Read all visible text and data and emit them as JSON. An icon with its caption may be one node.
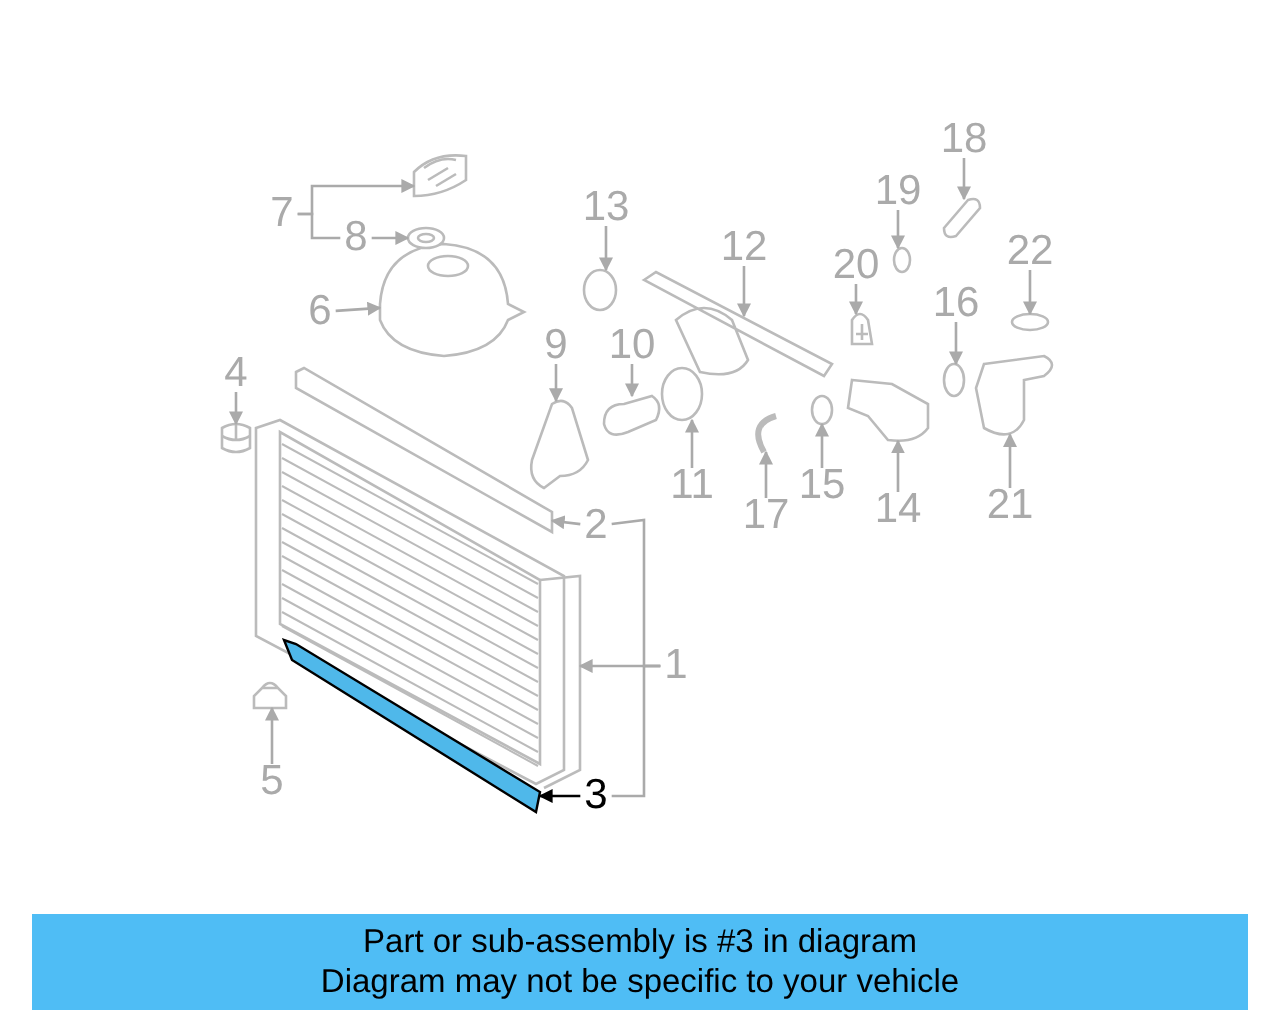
{
  "diagram": {
    "nodes": [
      {
        "text": [
          "1"
        ]
      },
      {
        "text": [
          "2"
        ]
      },
      {
        "text": [
          "3"
        ]
      },
      {
        "text": [
          "4"
        ]
      },
      {
        "text": [
          "5"
        ]
      },
      {
        "text": [
          "6"
        ]
      },
      {
        "text": [
          "7"
        ]
      },
      {
        "text": [
          "8"
        ]
      },
      {
        "text": [
          "9"
        ]
      },
      {
        "text": [
          "10"
        ]
      },
      {
        "text": [
          "11"
        ]
      },
      {
        "text": [
          "12"
        ]
      },
      {
        "text": [
          "13"
        ]
      },
      {
        "text": [
          "14"
        ]
      },
      {
        "text": [
          "15"
        ]
      },
      {
        "text": [
          "16"
        ]
      },
      {
        "text": [
          "17"
        ]
      },
      {
        "text": [
          "18"
        ]
      },
      {
        "text": [
          "19"
        ]
      },
      {
        "text": [
          "20"
        ]
      },
      {
        "text": [
          "21"
        ]
      },
      {
        "text": [
          "22"
        ]
      },
      {
        "text": [
          "Part or sub-assembly is #3 in diagram",
          "Diagram may not be specific to your vehicle"
        ]
      },
      {
        "text": [],
        "shape": "picture"
      },
      {
        "text": [],
        "shape": "picture"
      },
      {
        "text": [],
        "shape": "picture"
      },
      {
        "text": [],
        "shape": "picture"
      },
      {
        "text": [],
        "shape": "picture"
      },
      {
        "text": [],
        "shape": "picture"
      },
      {
        "text": [],
        "shape": "picture"
      },
      {
        "text": [],
        "shape": "picture"
      },
      {
        "text": [],
        "shape": "picture"
      },
      {
        "text": [],
        "shape": "picture"
      },
      {
        "text": [],
        "shape": "picture"
      },
      {
        "text": [],
        "shape": "picture"
      },
      {
        "text": [],
        "shape": "circle"
      },
      {
        "text": [],
        "shape": "picture"
      },
      {
        "text": [],
        "shape": "circle"
      },
      {
        "text": [],
        "shape": "circle"
      },
      {
        "text": [],
        "shape": "picture"
      },
      {
        "text": [],
        "shape": "picture"
      },
      {
        "text": [],
        "shape": "circle"
      },
      {
        "text": [],
        "shape": "picture"
      },
      {
        "text": [],
        "shape": "picture"
      },
      {
        "text": [],
        "shape": "circle"
      }
    ],
    "edges": [
      {
        "from": 0,
        "to": 23,
        "arrow": "to"
      },
      {
        "from": 1,
        "to": 24,
        "arrow": "to"
      },
      {
        "from": 2,
        "to": 25,
        "arrow": "to",
        "color": "#000000"
      },
      {
        "from": 3,
        "to": 26,
        "arrow": "to"
      },
      {
        "from": 4,
        "to": 27,
        "arrow": "to"
      },
      {
        "from": 5,
        "to": 28,
        "arrow": "to"
      },
      {
        "from": 6,
        "to": 29,
        "arrow": "to"
      },
      {
        "from": 6,
        "to": 7,
        "arrow": "none"
      },
      {
        "from": 7,
        "to": 30,
        "arrow": "to"
      },
      {
        "from": 8,
        "to": 31,
        "arrow": "to"
      },
      {
        "from": 9,
        "to": 32,
        "arrow": "to"
      },
      {
        "from": 10,
        "to": 33,
        "arrow": "to"
      },
      {
        "from": 11,
        "to": 34,
        "arrow": "to"
      },
      {
        "from": 12,
        "to": 35,
        "arrow": "to"
      },
      {
        "from": 13,
        "to": 36,
        "arrow": "to"
      },
      {
        "from": 14,
        "to": 37,
        "arrow": "to"
      },
      {
        "from": 15,
        "to": 38,
        "arrow": "to"
      },
      {
        "from": 16,
        "to": 39,
        "arrow": "to"
      },
      {
        "from": 17,
        "to": 40,
        "arrow": "to"
      },
      {
        "from": 18,
        "to": 41,
        "arrow": "to"
      },
      {
        "from": 19,
        "to": 42,
        "arrow": "to"
      },
      {
        "from": 20,
        "to": 43,
        "arrow": "to"
      },
      {
        "from": 21,
        "to": 44,
        "arrow": "to"
      },
      {
        "from": 0,
        "to": 1,
        "arrow": "none"
      },
      {
        "from": 0,
        "to": 2,
        "arrow": "none"
      }
    ]
  }
}
